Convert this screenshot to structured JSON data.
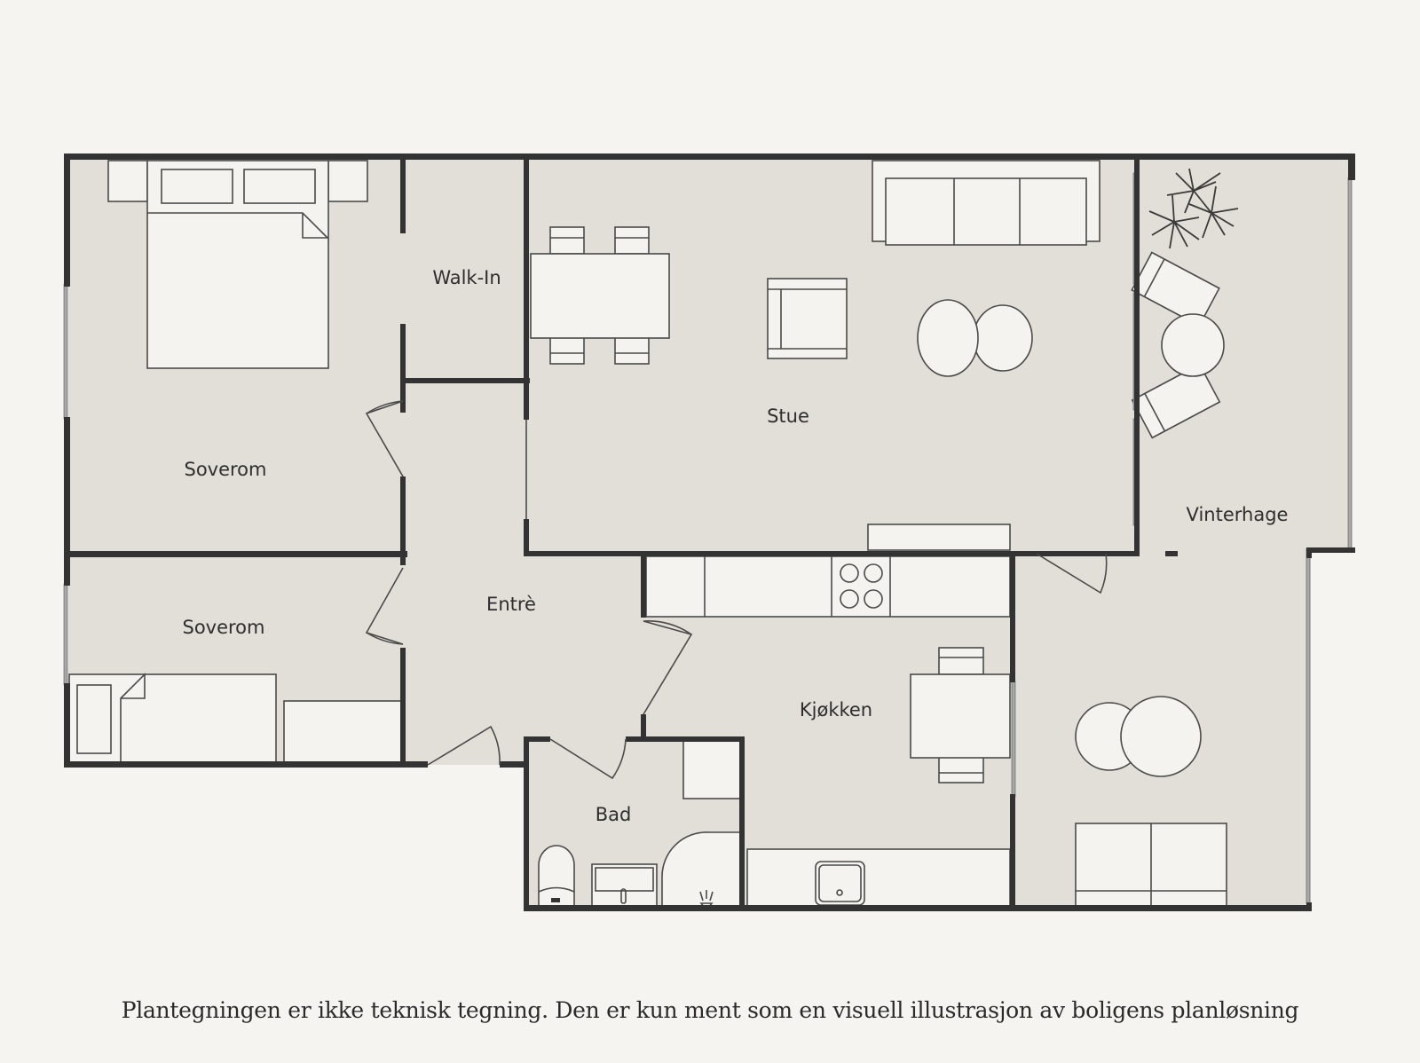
{
  "floorplan": {
    "rooms": [
      {
        "id": "soverom-1",
        "label": "Soverom"
      },
      {
        "id": "walk-in",
        "label": "Walk-In"
      },
      {
        "id": "stue",
        "label": "Stue"
      },
      {
        "id": "vinterhage",
        "label": "Vinterhage"
      },
      {
        "id": "soverom-2",
        "label": "Soverom"
      },
      {
        "id": "entre",
        "label": "Entrè"
      },
      {
        "id": "kjokken",
        "label": "Kjøkken"
      },
      {
        "id": "bad",
        "label": "Bad"
      }
    ],
    "colors": {
      "background": "#f5f4f0",
      "floor": "#e2dfd9",
      "furniture": "#f4f3ef",
      "wall": "#333333",
      "text": "#2e2e2e"
    }
  },
  "caption": "Plantegningen er ikke teknisk tegning. Den er kun ment som en visuell illustrasjon av boligens planløsning"
}
